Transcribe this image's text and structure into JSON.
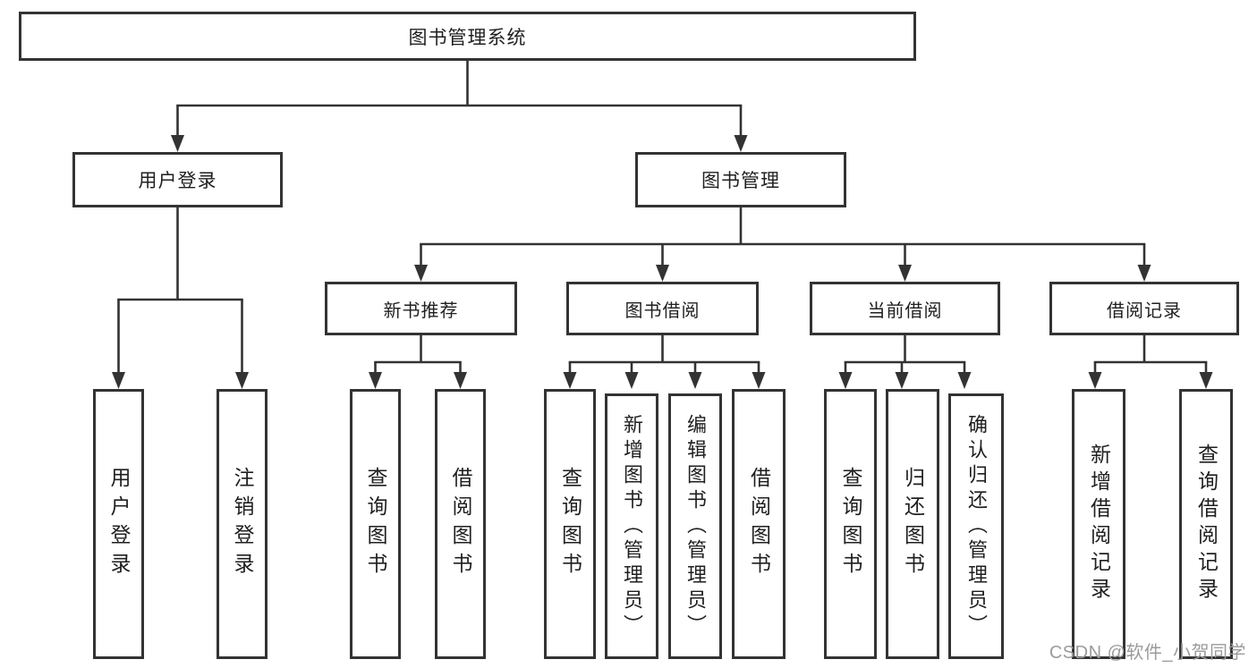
{
  "colors": {
    "line": "#333333",
    "box_border": "#333333",
    "box_fill": "#ffffff",
    "text": "#1f1f1f",
    "background": "#ffffff",
    "watermark": "#9b9b9b"
  },
  "tree": {
    "root": {
      "label": "图书管理系统"
    },
    "level2": [
      {
        "id": "user-login",
        "label": "用户登录"
      },
      {
        "id": "book-mgmt",
        "label": "图书管理"
      }
    ],
    "level3": [
      {
        "id": "new-book-recommend",
        "parent": "图书管理",
        "label": "新书推荐"
      },
      {
        "id": "book-borrow",
        "parent": "图书管理",
        "label": "图书借阅"
      },
      {
        "id": "current-borrow",
        "parent": "图书管理",
        "label": "当前借阅"
      },
      {
        "id": "borrow-records",
        "parent": "图书管理",
        "label": "借阅记录"
      }
    ],
    "leaves": [
      {
        "parent": "用户登录",
        "label": "用户登录"
      },
      {
        "parent": "用户登录",
        "label": "注销登录"
      },
      {
        "parent": "新书推荐",
        "label": "查询图书"
      },
      {
        "parent": "新书推荐",
        "label": "借阅图书"
      },
      {
        "parent": "图书借阅",
        "label": "查询图书"
      },
      {
        "parent": "图书借阅",
        "label": "新增图书（管理员）"
      },
      {
        "parent": "图书借阅",
        "label": "编辑图书（管理员）"
      },
      {
        "parent": "图书借阅",
        "label": "借阅图书"
      },
      {
        "parent": "当前借阅",
        "label": "查询图书"
      },
      {
        "parent": "当前借阅",
        "label": "归还图书"
      },
      {
        "parent": "当前借阅",
        "label": "确认归还（管理员）"
      },
      {
        "parent": "借阅记录",
        "label": "新增借阅记录"
      },
      {
        "parent": "借阅记录",
        "label": "查询借阅记录"
      }
    ]
  },
  "watermark": {
    "text": "CSDN @软件_小贺同学"
  }
}
